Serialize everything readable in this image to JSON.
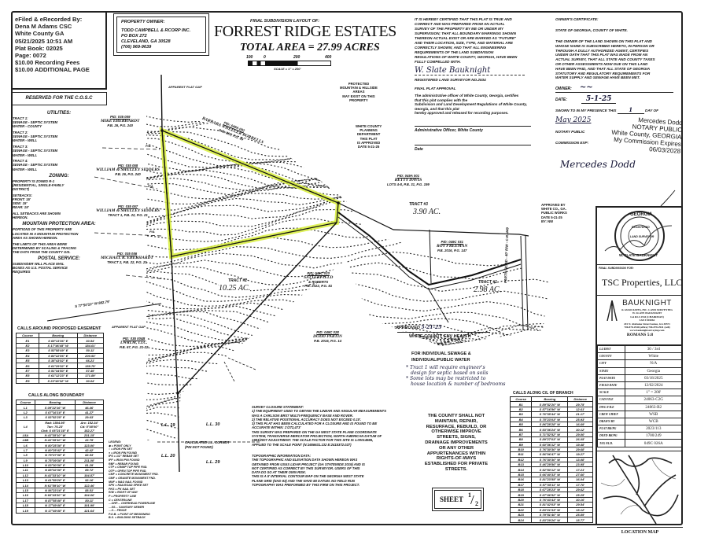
{
  "recording_stamp": [
    "eFiled & eRecorded By:",
    "Dena M Adams CSC",
    "White County GA",
    "05/21/2025 10:51 AM",
    "Plat Book: 02025",
    "Page: 0072",
    "$10.00 Recording Fees",
    "$10.00 ADDITIONAL PAGE"
  ],
  "reserved": "RESERVED FOR THE C.O.S.C",
  "notes": [
    {
      "h": "UTILITIES:",
      "lines": [
        "TRACT 1:",
        "SEWAGE - SEPTIC SYSTEM",
        "WATER - COUNTY",
        "",
        "TRACT 2:",
        "SEWAGE - SEPTIC SYSTEM",
        "WATER - WELL",
        "",
        "TRACT 3:",
        "SEWAGE - SEPTIC SYSTEM",
        "WATER - WELL",
        "",
        "TRACT 4:",
        "SEWAGE - SEPTIC SYSTEM",
        "WATER - WELL"
      ]
    },
    {
      "h": "ZONING:",
      "lines": [
        "PROPERTY IS ZONED R-1",
        "(RESIDENTIAL, SINGLE-FAMILY",
        "DISTRICT)",
        "",
        "SETBACKS:",
        "FRONT: 15'",
        "SIDE: 15'",
        "REAR: 15'",
        "",
        "ALL SETBACKS ARE SHOWN",
        "HEREON."
      ]
    },
    {
      "h": "MOUNTAIN PROTECTION AREA:",
      "lines": [
        "PORTIONS OF THIS PROPERTY ARE",
        "LOCATED IN A MOUNTAIN PROTECTION",
        "AREA AS SHOWN HEREON.",
        "",
        "THE LIMITS OF THIS AREA WERE",
        "DETERMINED BY SCALING & TRACING",
        "THE DATA FROM THE COUNTY GIS."
      ]
    },
    {
      "h": "POSTAL SERVICE:",
      "lines": [
        "SUBDIVIDER WILL PLACE MAIL",
        "BOXES AS U.S. POSTAL SERVICE",
        "REQUIRES"
      ]
    }
  ],
  "owner": {
    "label": "PROPERTY OWNER:",
    "lines": [
      "TODD CAMPBELL & RCORP INC.",
      "PO BOX 272",
      "CLEVELAND, GA 30528",
      "(706) 969-9639"
    ]
  },
  "title": {
    "pre": "FINAL SUBDIVISION LAYOUT OF:",
    "name": "FORREST RIDGE ESTATES",
    "area": "TOTAL AREA = 27.99 ACRES"
  },
  "scale_bar": {
    "ticks": [
      "100",
      "0",
      "200",
      "400"
    ],
    "label": "SCALE = 1\" = 200'"
  },
  "surveyor_cert": {
    "text": [
      "IT IS HEREBY CERTIFIED THAT THIS PLAT IS TRUE AND",
      "CORRECT AND WAS PREPARED FROM AN ACTUAL",
      "SURVEY OF THE PROPERTY BY ME OR UNDER MY",
      "SUPERVISION; THAT ALL BOUNDARY MARKINGS SHOWN",
      "THEREON ACTUAL EXIST OR ARE MARKED AS \"FUTURE\"",
      "AND THEIR LOCATION, SIZE, TYPE, AND MATERIAL ARE",
      "CORRECTLY SHOWN; AND THAT ALL ENGINEERING",
      "REQUIREMENTS OF THE LAND SUBDIVISION",
      "REGULATIONS OF WHITE COUNTY, GEORGIA, HAVE BEEN",
      "FULLY COMPELLED WITH."
    ],
    "signature": "W. Slate Bauknight",
    "registration": "REGISTERED LAND SURVEYOR NO.2534"
  },
  "final_approval": {
    "heading": "FINAL PLAT APPROVAL",
    "text": [
      "The administrative officer of White County, Georgia, certifies",
      "that this plat complies with the",
      "Subdivision and Land Development Regulations of White County,",
      "Georgia, and that this plat",
      "hereby approved and released for recording purposes."
    ],
    "officer": "Administrative Officer, White County",
    "date": "Date"
  },
  "owner_cert": {
    "heading": "OWNER'S CERTIFICATE:",
    "state": "STATE OF GEORGIA, COUNTY OF WHITE.",
    "text": [
      "THE OWNER OF THE LAND SHOWN ON THIS PLAT AND",
      "WHOSE NAME IS SUBSCRIBED HERETO, IN PERSON OR",
      "THROUGH A DULLY AUTHORIZED AGENT, CERTIFIES",
      "UNDER OATH THAT THIS PLAT WAS MADE FROM AN",
      "ACTUAL SURVEY, THAT ALL STATE AND COUNTY TAXES",
      "OR OTHER ASSESSMENTS NOW DUE ON THIS LAND",
      "HAVE BEEN PAID, AND THAT ALL STATE OF GEORGIA",
      "STATUTORY AND REGULATORY REQUIREMENTS FOR",
      "WATER SUPPLY AND SEWAGE HAVE BEEN MET."
    ],
    "owner_label": "OWNER:",
    "date_label": "DATE:",
    "date_value": "5-1-25",
    "sworn": "SWORN TO IN MY PRESENCE THIS",
    "sworn_day": "1",
    "day_of": "DAY OF",
    "sworn_month": "May 2025",
    "notary_label": "NOTARY PUBLIC",
    "commission_label": "COMMISSION EXP:",
    "notary_stamp": [
      "Mercedes Dodd",
      "NOTARY PUBLIC",
      "White County, GEORGIA",
      "My Commission Expires 06/03/2028"
    ],
    "notary_signature": "Mercedes Dodd"
  },
  "map_labels": {
    "plat_gap_1": "APPARENT PLAT GAP",
    "plat_gap_2": "APPARENT PLAT GAP",
    "eberhardt_1": [
      "PID: 035 059",
      "MIKE EBERHARDT",
      "P.B. 26, P.G. 240"
    ],
    "sidders_1": [
      "PID: 035 058",
      "WILLIAM & SHELLEY SIDDERS",
      "P.B. 26, P.G. 240"
    ],
    "sidders_2": [
      "PID: 035 057",
      "WILLIAM & SHELLEY SIDDERS",
      "TRACT 1, P.B. 22, P.G. 21"
    ],
    "eberhardt_2": [
      "PID: 035 056",
      "MICHAEL R. EBERHARDT",
      "TRACT 2, P.B. 22, P.G. 21"
    ],
    "lwrlm": [
      "PID: 035 004B",
      "LWRLM, LLC.",
      "P.B. 67, P.G. 21-22"
    ],
    "borrells": [
      "PID: 049A 002",
      "BARBARA WHEELER BORRELLS",
      "D.B. 863, P.G. 99"
    ],
    "davis": [
      "PID: 049A 001",
      "BETTY DAVIS",
      "LOTS 4-8, P.B. 31, P.G. 199"
    ],
    "freeman": [
      "PID: 049C 031",
      "ROY FREEMAN",
      "P.B. 2016, P.G. 147"
    ],
    "satterfield": [
      "PID: 049C 023",
      "SATTERFIELD",
      "& ROBERTS",
      "P.B. 2022, P.G. 81"
    ],
    "partin": [
      "PID: 049C 028",
      "DODD PARTIN",
      "P.B. 2016, P.G. 14"
    ],
    "protected": [
      "PROTECTED",
      "MOUNTAIN & HILLSIDE",
      "AREAS",
      "MAY EXIST ON THIS",
      "PROPERTY"
    ],
    "planning": [
      "WHITE COUNTY",
      "PLANNING",
      "DEPARTMENT",
      "THIS PLAT",
      "IS APPROVED",
      "DATE 5-21-25"
    ],
    "public_works": [
      "APPROVED BY",
      "WHITE CO., GA.",
      "PUBLIC WORKS",
      "DATE 5-21-25",
      "BY: NW"
    ],
    "tract3": "TRACT #3",
    "tract3_area": "3.90 AC.",
    "tract1": "TRACT #1",
    "tract1_area": "2.98 AC.",
    "tract2": "TRACT #2",
    "tract2_area": "10.25 AC.",
    "road": "PARTIN ROAD - 40' R/W - C.R. 449",
    "bearing_sw": "S 77°50'10\" W  882.79'",
    "ll19": "L.L. 19",
    "ll20": "L.L. 20",
    "ll30": "L.L. 30",
    "ll29": "L.L. 29",
    "ll_corner": [
      "CALCULATED L.L. CORNER",
      "(PIN NOT FOUND)"
    ],
    "pa": "P/A"
  },
  "health": {
    "approved": "APPROVED",
    "approved_date": "5-21-25",
    "dept": "WHITE COUNTY ENV HEALTH",
    "for1": "FOR INDIVIDUAL SEWAGE &",
    "for2": "INDIVIDUAL/PUBLIC WATER",
    "notes": [
      "* Tract 1 will require engineer's",
      "design for septic based on soils",
      "* Some lots may be restricted to",
      "house location & number of bedrooms"
    ]
  },
  "county_statement": [
    "THE COUNTY SHALL NOT",
    "MAINTAIN, REPAIR,",
    "RESURFACE, REBUILD, OR",
    "OTHERWISE IMPROVE",
    "STREETS, SIGNS,",
    "DRAINAGE IMPROVEMENTS",
    "OR ANY OTHER",
    "APPURTENANCES WITHIN",
    "RIGHTS-OF-WAYS",
    "ESTABLISHED FOR PRIVATE",
    "STREETS."
  ],
  "sheet": {
    "label": "SHEET",
    "num": "1",
    "den": "2"
  },
  "survey_notes": [
    {
      "h": "SURVEY CLOSURE STATEMENT:",
      "lines": [
        "1) THE EQUIPMENT USED TO OBTAIN THE LINEAR AND ANGULAR MEASUREMENTS",
        "WAS A CARLSON BRX7 MULTI-FREQUENCY BASE AND ROVER.",
        "2) THE RELATIVE POSITIONAL ACCURACY DOES NOT EXCEED 0.10'.",
        "3) THIS PLAT HAS BEEN CALCULATED FOR A CLOSURE AND IS FOUND TO BE",
        "ACCURATE WITHIN: 1'/272,473'"
      ]
    },
    {
      "h": "",
      "lines": [
        "THIS SURVEY WAS PREPARED ON THE GA WEST STATE PLANE COORDINATE",
        "SYSTEM, TRANSVERSE MERCATOR PROJECTION, NORTH AMERICAN DATUM OF",
        "1983/2007 ADJUSTMENT. THE SCALE FACTOR FOR THIS SITE IS 1.00014986,",
        "APPLIED TO THE SCALE POINT (N:1656631.132  E:2415372.027)"
      ]
    },
    {
      "h": "TOPOGRAPHIC INFORMATION DATA:",
      "lines": [
        "THE TOPOGRAPHIC AND ELEVATION DATA SHOWN HEREON WAS",
        "OBTAINED FROM USGS LIDAR PROJECT (GA STATEWIDE 2019) AND IS",
        "NOT CERTIFIED AS CORRECT BY THIS SURVEYOR. USERS OF THIS",
        "DATA DO SO AT THEIR OWN RISK."
      ]
    },
    {
      "h": "",
      "lines": [
        "THIS IS A 5' INTERVAL CONTOUR MAP ON THE GEORGIA WEST STATE",
        "PLANE GRID (NAD 83) AND THE NAVD 88 DATUM. NO FIELD RUN",
        "TOPOGRAPHY WAS PREFORMED BY THIS FIRM ON THIS PROJECT."
      ]
    }
  ],
  "easement_table": {
    "title": "CALLS AROUND PROPOSED EASEMENT",
    "headers": [
      "Course",
      "Bearing",
      "Distance"
    ],
    "rows": [
      [
        "E1",
        "S 69°13'36\" E",
        "30.54'"
      ],
      [
        "E2",
        "S 17°46'45\" W",
        "184.01'"
      ],
      [
        "E3",
        "S 53°58'49\" E",
        "50.11'"
      ],
      [
        "E4",
        "S 80°22'06\" E",
        "200.93'"
      ],
      [
        "E5",
        "S 35°43'02\" E",
        "66.21'"
      ],
      [
        "E6",
        "S 61°29'32\" E",
        "158.79'"
      ],
      [
        "E7",
        "S 51°34'50\" E",
        "57.49'"
      ],
      [
        "E8",
        "S 61°12'23\" E",
        "171.89'"
      ],
      [
        "E9",
        "S 23°40'32\" W",
        "30.04'"
      ]
    ]
  },
  "boundary_table": {
    "title": "CALLS ALONG BOUNDARY",
    "headers": [
      "Course",
      "Bearing",
      "Distance"
    ],
    "rows": [
      [
        "L1",
        "S 09°22'16\" W",
        "46.46'"
      ],
      [
        "L2",
        "S 07°16'10\" E",
        "41.27'"
      ],
      [
        "L3",
        "S 53°52'25\" E",
        "29.63'"
      ],
      [
        "L4",
        "Rad: 1504.95'  Tan: 76.23'  Chd: S 05°21'18\" E",
        "Arc: 152.34'  Cd: 5°48'00\"  152.27'"
      ],
      [
        "L5A",
        "N 41°35'10\" W",
        "231.15'"
      ],
      [
        "L5B",
        "N 41°35'10\" W",
        "22.79'"
      ],
      [
        "L6",
        "N 80°25'30\" E",
        "123.00'"
      ],
      [
        "L7",
        "N 80°25'42\" E",
        "42.42'"
      ],
      [
        "L8",
        "N 79°27'30\" E",
        "82.53'"
      ],
      [
        "L9",
        "N 75°09'30\" E",
        "211.00'"
      ],
      [
        "L10",
        "N 83°30'30\" E",
        "81.29'"
      ],
      [
        "L11",
        "N 88°02'30\" E",
        "89.72'"
      ],
      [
        "L12",
        "N 41°33'10\" W",
        "104.87'"
      ],
      [
        "L13",
        "N 61°59'20\" E",
        "92.16'"
      ],
      [
        "L14",
        "N 61°59'10\" W",
        "122.46'"
      ],
      [
        "L15",
        "N 56°23'10\" E",
        "88.51'"
      ],
      [
        "L16",
        "N 60°43'20\" W",
        "104.06'"
      ],
      [
        "L17",
        "N 87°55'40\" E",
        "80.11'"
      ],
      [
        "L18",
        "N 17°49'40\" E",
        "101.99'"
      ],
      [
        "L19",
        "N 17°49'40\" E",
        "121.64'"
      ]
    ]
  },
  "legend": [
    "LEGEND:",
    "◆ = POINT ONLY",
    "○ = IRON PIN SET",
    "● = IRON PIN FOUND",
    "IPS = 1/2\" REBAR SET",
    "IPF = IRON PIN FOUND",
    "RBF = REBAR FOUND",
    "CTP = CRIMP TOP PIPE FND.",
    "OTP = OPEN TOP PIPE FND.",
    "CMF = CONCRETE MONUMENT FND.",
    "GMF = GRANITE MONUMENT FND.",
    "MNF = MAG NAIL FOUND",
    "SPK = RAILROAD SPIKE SET",
    "PKS = PK NAIL SET",
    "R/W = RIGHT OF WAY",
    "P = PROPERTY LINE",
    "C = CENTERLINE",
    "—OHP— OVERHEAD POWERLINE",
    "—SS— SANITARY SEWER",
    "—X— FENCE",
    "P.O.B. = POINT OF BEGINNING",
    "B.S. = BUILDING SETBACK"
  ],
  "branch_table": {
    "title": "CALLS ALONG C/L OF BRANCH",
    "headers": [
      "Course",
      "Bearing",
      "Distance"
    ],
    "rows": [
      [
        "B1",
        "S 89°52'20\" W",
        "29.75'"
      ],
      [
        "B2",
        "S 57°16'56\" W",
        "12.61'"
      ],
      [
        "B3",
        "S 76°35'44\" W",
        "21.17'"
      ],
      [
        "B4",
        "S 75°23'03\" W",
        "25.93'"
      ],
      [
        "B5",
        "S 86°28'28\" W",
        "16.69'"
      ],
      [
        "B6",
        "S 53°36'24\" W",
        "30.12'"
      ],
      [
        "B7",
        "S 71°52'52\" W",
        "29.00'"
      ],
      [
        "B8",
        "S 89°27'03\" W",
        "26.05'"
      ],
      [
        "B9",
        "S 60°36'12\" W",
        "19.48'"
      ],
      [
        "B10",
        "S 76°30'30\" W",
        "29.68'"
      ],
      [
        "B11",
        "S 56°06'47\" W",
        "19.27'"
      ],
      [
        "B12",
        "S 76°30'30\" W",
        "13.08'"
      ],
      [
        "B13",
        "S 46°29'56\" W",
        "23.95'"
      ],
      [
        "B14",
        "S 52°50'12\" W",
        "17.21'"
      ],
      [
        "B15",
        "S 66°40'33\" W",
        "27.60'"
      ],
      [
        "B16",
        "S 81°23'55\" W",
        "16.04'"
      ],
      [
        "B17",
        "S 57°35'11\" W",
        "17.70'"
      ],
      [
        "B18",
        "S 67°28'23\" W",
        "29.62'"
      ],
      [
        "B19",
        "S 67°46'52\" W",
        "25.25'"
      ],
      [
        "B20",
        "S 76°43'43\" W",
        "30.16'"
      ],
      [
        "B21",
        "S 81°42'03\" W",
        "29.54'"
      ],
      [
        "B22",
        "S 83°21'33\" W",
        "15.12'"
      ],
      [
        "B23",
        "S 79°51'40\" W",
        "25.89'"
      ],
      [
        "B24",
        "S 83°29'26\" W",
        "15.77'"
      ]
    ]
  },
  "title_block": {
    "seal_text": [
      "GEORGIA",
      "REGISTERED",
      "LAND SURVEYOR",
      "W. SLATE BAUKNIGHT"
    ],
    "for_label": "FINAL SUBDIVISION FOR:",
    "client": "TSC Properties, LLC",
    "firm": "BAUKNIGHT",
    "firm_sub": [
      "& ASSOCIATES, INC. LAND SURVEYING",
      "W. SLATE BAUKNIGHT",
      "GA RLS 2534 (CHAIRMAN)",
      "LSF # 001062",
      "201 N. Alabama Street Sautee, GA 30571",
      "706-878-2940 (office) 706-878-2941 (cell)",
      "www.bauknightsurveying.com"
    ],
    "motto": "ROMANS 5:8",
    "info": [
      [
        "LL/DIST",
        "30 / 3rd"
      ],
      [
        "COUNTY",
        "White"
      ],
      [
        "CITY",
        "N/A"
      ],
      [
        "STATE",
        "Georgia"
      ],
      [
        "PLAT DATE",
        "03/18/2025"
      ],
      [
        "FIELD DATE",
        "12/02/2024"
      ],
      [
        "SCALE",
        "1\" = 200'"
      ],
      [
        "CAD FILE",
        "24063-C2G"
      ],
      [
        "DWG FILE",
        "24063-B2"
      ],
      [
        "CREW CHIEF",
        "WSB"
      ],
      [
        "DRAWN BY",
        "WCB"
      ],
      [
        "PLAT BK/PG",
        "2023/113"
      ],
      [
        "DEED BK/PG",
        "1700/249"
      ],
      [
        "TAX P.I.D.",
        "049C 026A"
      ]
    ],
    "location_map": "LOCATION MAP"
  },
  "colors": {
    "ink": "#111111",
    "highlight": "#d8ee3a",
    "paper": "#ffffff"
  }
}
